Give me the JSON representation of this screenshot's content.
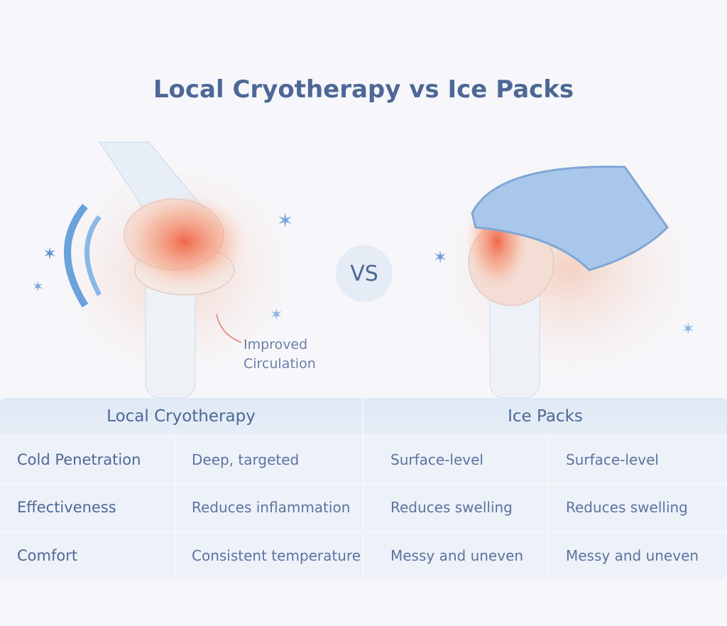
{
  "title": "Local Cryotherapy vs  Ice Packs",
  "vs_label": "VS",
  "annotation": {
    "line1": "Improved",
    "line2": "Circulation"
  },
  "table": {
    "headers": [
      "Local Cryotherapy",
      "Ice Packs"
    ],
    "rows": [
      {
        "label": "Cold Penetration",
        "cryo": "Deep, targeted",
        "ice1": "Surface-level",
        "ice2": "Surface-level"
      },
      {
        "label": "Effectiveness",
        "cryo": "Reduces inflammation",
        "ice1": "Reduces swelling",
        "ice2": "Reduces swelling"
      },
      {
        "label": "Comfort",
        "cryo": "Consistent temperature",
        "ice1": "Messy and uneven",
        "ice2": "Messy and uneven"
      }
    ]
  }
}
